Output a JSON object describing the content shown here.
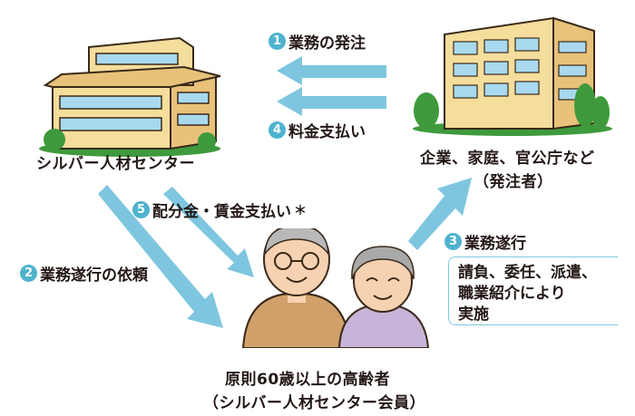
{
  "nodes": {
    "center": {
      "label": "シルバー人材センター"
    },
    "client": {
      "label_1": "企業、家庭、官公庁など",
      "label_2": "（発注者）"
    },
    "members": {
      "label_1": "原則60歳以上の高齢者",
      "label_2": "（シルバー人材センター会員）"
    }
  },
  "steps": [
    {
      "num": "1",
      "label": "業務の発注"
    },
    {
      "num": "4",
      "label": "料金支払い"
    },
    {
      "num": "5",
      "label": "配分金・賃金支払い",
      "mark": "＊"
    },
    {
      "num": "2",
      "label": "業務遂行の依頼"
    },
    {
      "num": "3",
      "label": "業務遂行"
    }
  ],
  "step3_detail": [
    "請負、委任、派遣、",
    "職業紹介により",
    "実施"
  ],
  "colors": {
    "arrow": "#7ec6df",
    "badge": "#4fb3cf",
    "building_wall": "#f5dd9c",
    "window": "#a9d9ef",
    "tree": "#3e9a3c"
  }
}
